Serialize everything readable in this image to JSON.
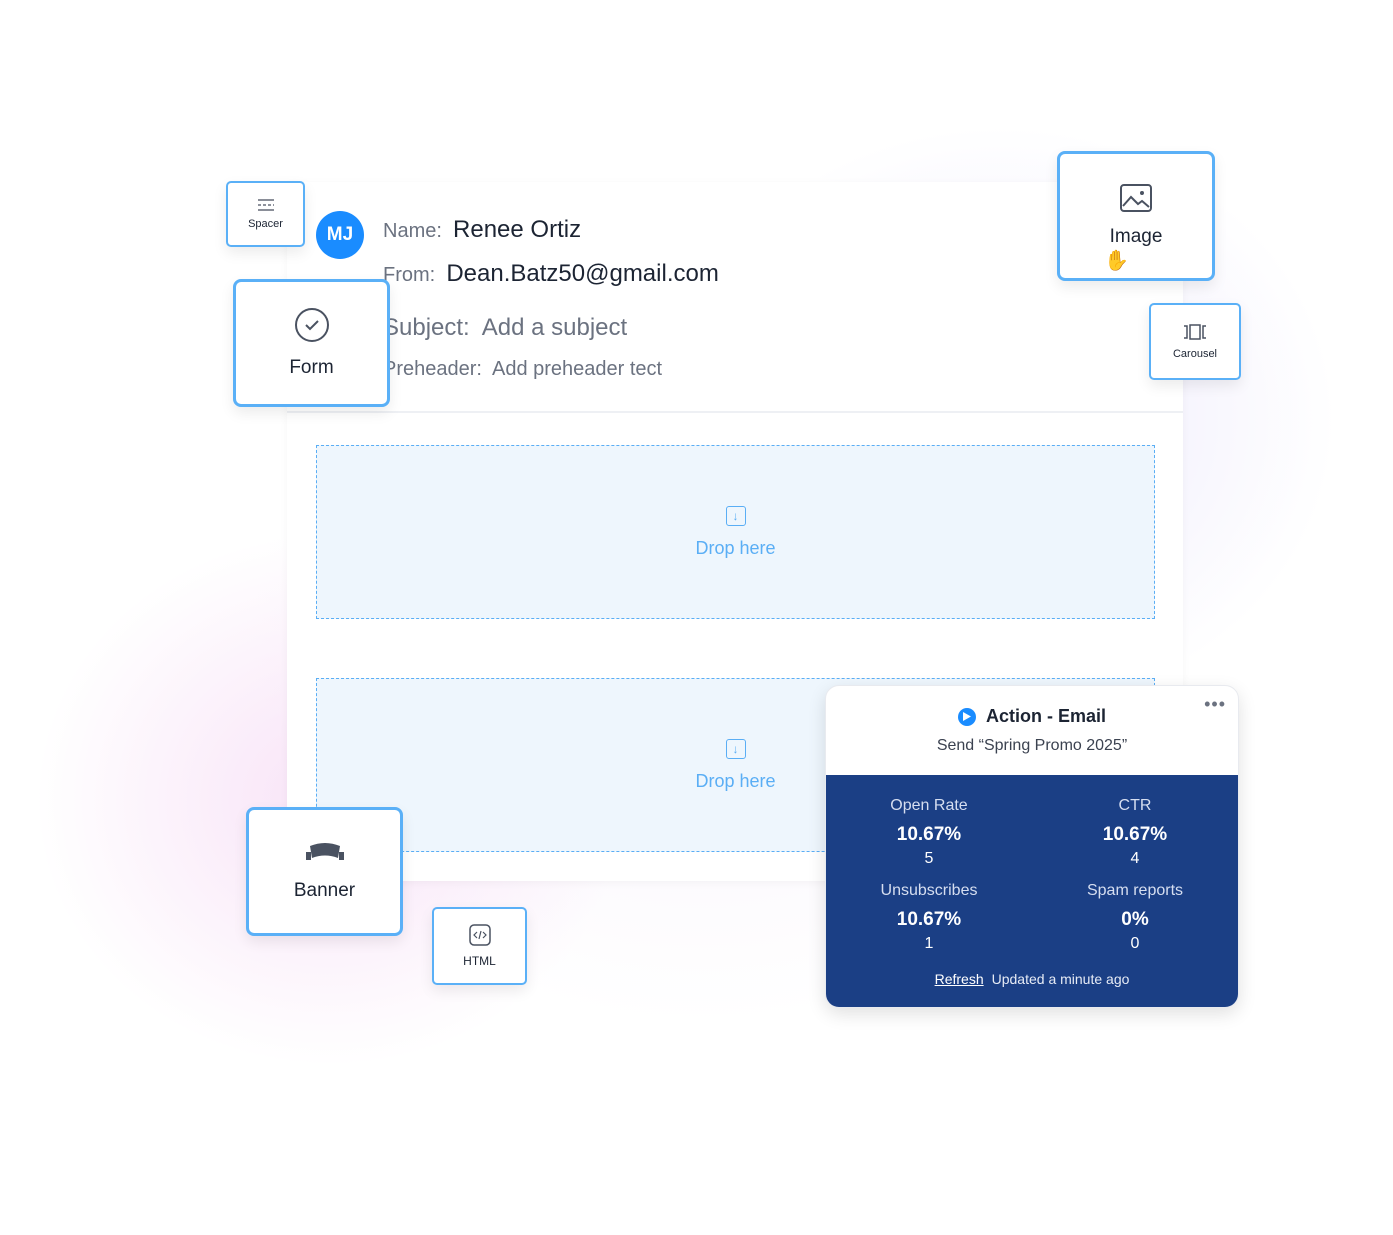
{
  "header": {
    "avatar_initials": "MJ",
    "name_label": "Name:",
    "name_value": "Renee Ortiz",
    "from_label": "From:",
    "from_value": "Dean.Batz50@gmail.com",
    "subject_label": "Subject:",
    "subject_placeholder": "Add a subject",
    "preheader_label": "Preheader:",
    "preheader_placeholder": "Add preheader tect"
  },
  "drop_zones": [
    {
      "label": "Drop here"
    },
    {
      "label": "Drop here"
    }
  ],
  "blocks": {
    "spacer": "Spacer",
    "form": "Form",
    "image": "Image",
    "carousel": "Carousel",
    "banner": "Banner",
    "html": "HTML"
  },
  "action_card": {
    "title": "Action - Email",
    "subtitle": "Send “Spring Promo 2025”",
    "stats": [
      {
        "name": "Open Rate",
        "percent": "10.67%",
        "count": "5"
      },
      {
        "name": "CTR",
        "percent": "10.67%",
        "count": "4"
      },
      {
        "name": "Unsubscribes",
        "percent": "10.67%",
        "count": "1"
      },
      {
        "name": "Spam reports",
        "percent": "0%",
        "count": "0"
      }
    ],
    "refresh_label": "Refresh",
    "updated_text": "Updated a minute ago"
  },
  "colors": {
    "accent": "#1a8cff",
    "tile_border": "#5ab0f7",
    "stats_bg": "#1b3f85"
  }
}
